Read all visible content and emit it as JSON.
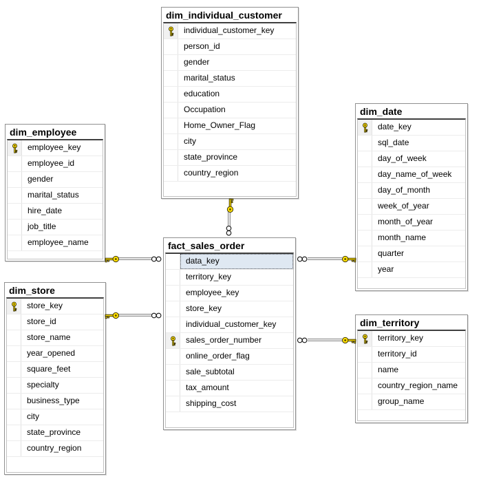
{
  "diagram": {
    "background": "#ffffff",
    "colors": {
      "key_yellow": "#ffe000",
      "key_outline": "#2b2500",
      "selected_row_bg": "#dfe8f2",
      "table_border": "#8f8f8f",
      "title_underline": "#3f3f3f",
      "connector_gray": "#8f8f8f"
    },
    "icons": {
      "primary-key-icon": "yellow-key",
      "one-side-key-icon": "yellow-key",
      "many-side-infinity-icon": "double-circle-infinity"
    },
    "tables": [
      {
        "title": "dim_individual_customer",
        "columns": [
          {
            "name": "individual_customer_key",
            "pk": true
          },
          {
            "name": "person_id"
          },
          {
            "name": "gender"
          },
          {
            "name": "marital_status"
          },
          {
            "name": "education"
          },
          {
            "name": "Occupation"
          },
          {
            "name": "Home_Owner_Flag"
          },
          {
            "name": "city"
          },
          {
            "name": "state_province"
          },
          {
            "name": "country_region"
          }
        ]
      },
      {
        "title": "dim_employee",
        "columns": [
          {
            "name": "employee_key",
            "pk": true
          },
          {
            "name": "employee_id"
          },
          {
            "name": "gender"
          },
          {
            "name": "marital_status"
          },
          {
            "name": "hire_date"
          },
          {
            "name": "job_title"
          },
          {
            "name": "employee_name"
          }
        ]
      },
      {
        "title": "dim_date",
        "columns": [
          {
            "name": "date_key",
            "pk": true
          },
          {
            "name": "sql_date"
          },
          {
            "name": "day_of_week"
          },
          {
            "name": "day_name_of_week"
          },
          {
            "name": "day_of_month"
          },
          {
            "name": "week_of_year"
          },
          {
            "name": "month_of_year"
          },
          {
            "name": "month_name"
          },
          {
            "name": "quarter"
          },
          {
            "name": "year"
          }
        ]
      },
      {
        "title": "fact_sales_order",
        "columns": [
          {
            "name": "data_key",
            "selected": true
          },
          {
            "name": "territory_key"
          },
          {
            "name": "employee_key"
          },
          {
            "name": "store_key"
          },
          {
            "name": "individual_customer_key"
          },
          {
            "name": "sales_order_number",
            "pk": true
          },
          {
            "name": "online_order_flag"
          },
          {
            "name": "sale_subtotal"
          },
          {
            "name": "tax_amount"
          },
          {
            "name": "shipping_cost"
          }
        ]
      },
      {
        "title": "dim_store",
        "columns": [
          {
            "name": "store_key",
            "pk": true
          },
          {
            "name": "store_id"
          },
          {
            "name": "store_name"
          },
          {
            "name": "year_opened"
          },
          {
            "name": "square_feet"
          },
          {
            "name": "specialty"
          },
          {
            "name": "business_type"
          },
          {
            "name": "city"
          },
          {
            "name": "state_province"
          },
          {
            "name": "country_region"
          }
        ]
      },
      {
        "title": "dim_territory",
        "columns": [
          {
            "name": "territory_key",
            "pk": true
          },
          {
            "name": "territory_id"
          },
          {
            "name": "name"
          },
          {
            "name": "country_region_name"
          },
          {
            "name": "group_name"
          }
        ]
      }
    ],
    "relationships": [
      {
        "one": "dim_individual_customer",
        "many": "fact_sales_order",
        "one_end": "key",
        "many_end": "infinity"
      },
      {
        "one": "dim_employee",
        "many": "fact_sales_order",
        "one_end": "key",
        "many_end": "infinity"
      },
      {
        "one": "dim_date",
        "many": "fact_sales_order",
        "one_end": "key",
        "many_end": "infinity"
      },
      {
        "one": "dim_store",
        "many": "fact_sales_order",
        "one_end": "key",
        "many_end": "infinity"
      },
      {
        "one": "dim_territory",
        "many": "fact_sales_order",
        "one_end": "key",
        "many_end": "infinity"
      }
    ]
  }
}
